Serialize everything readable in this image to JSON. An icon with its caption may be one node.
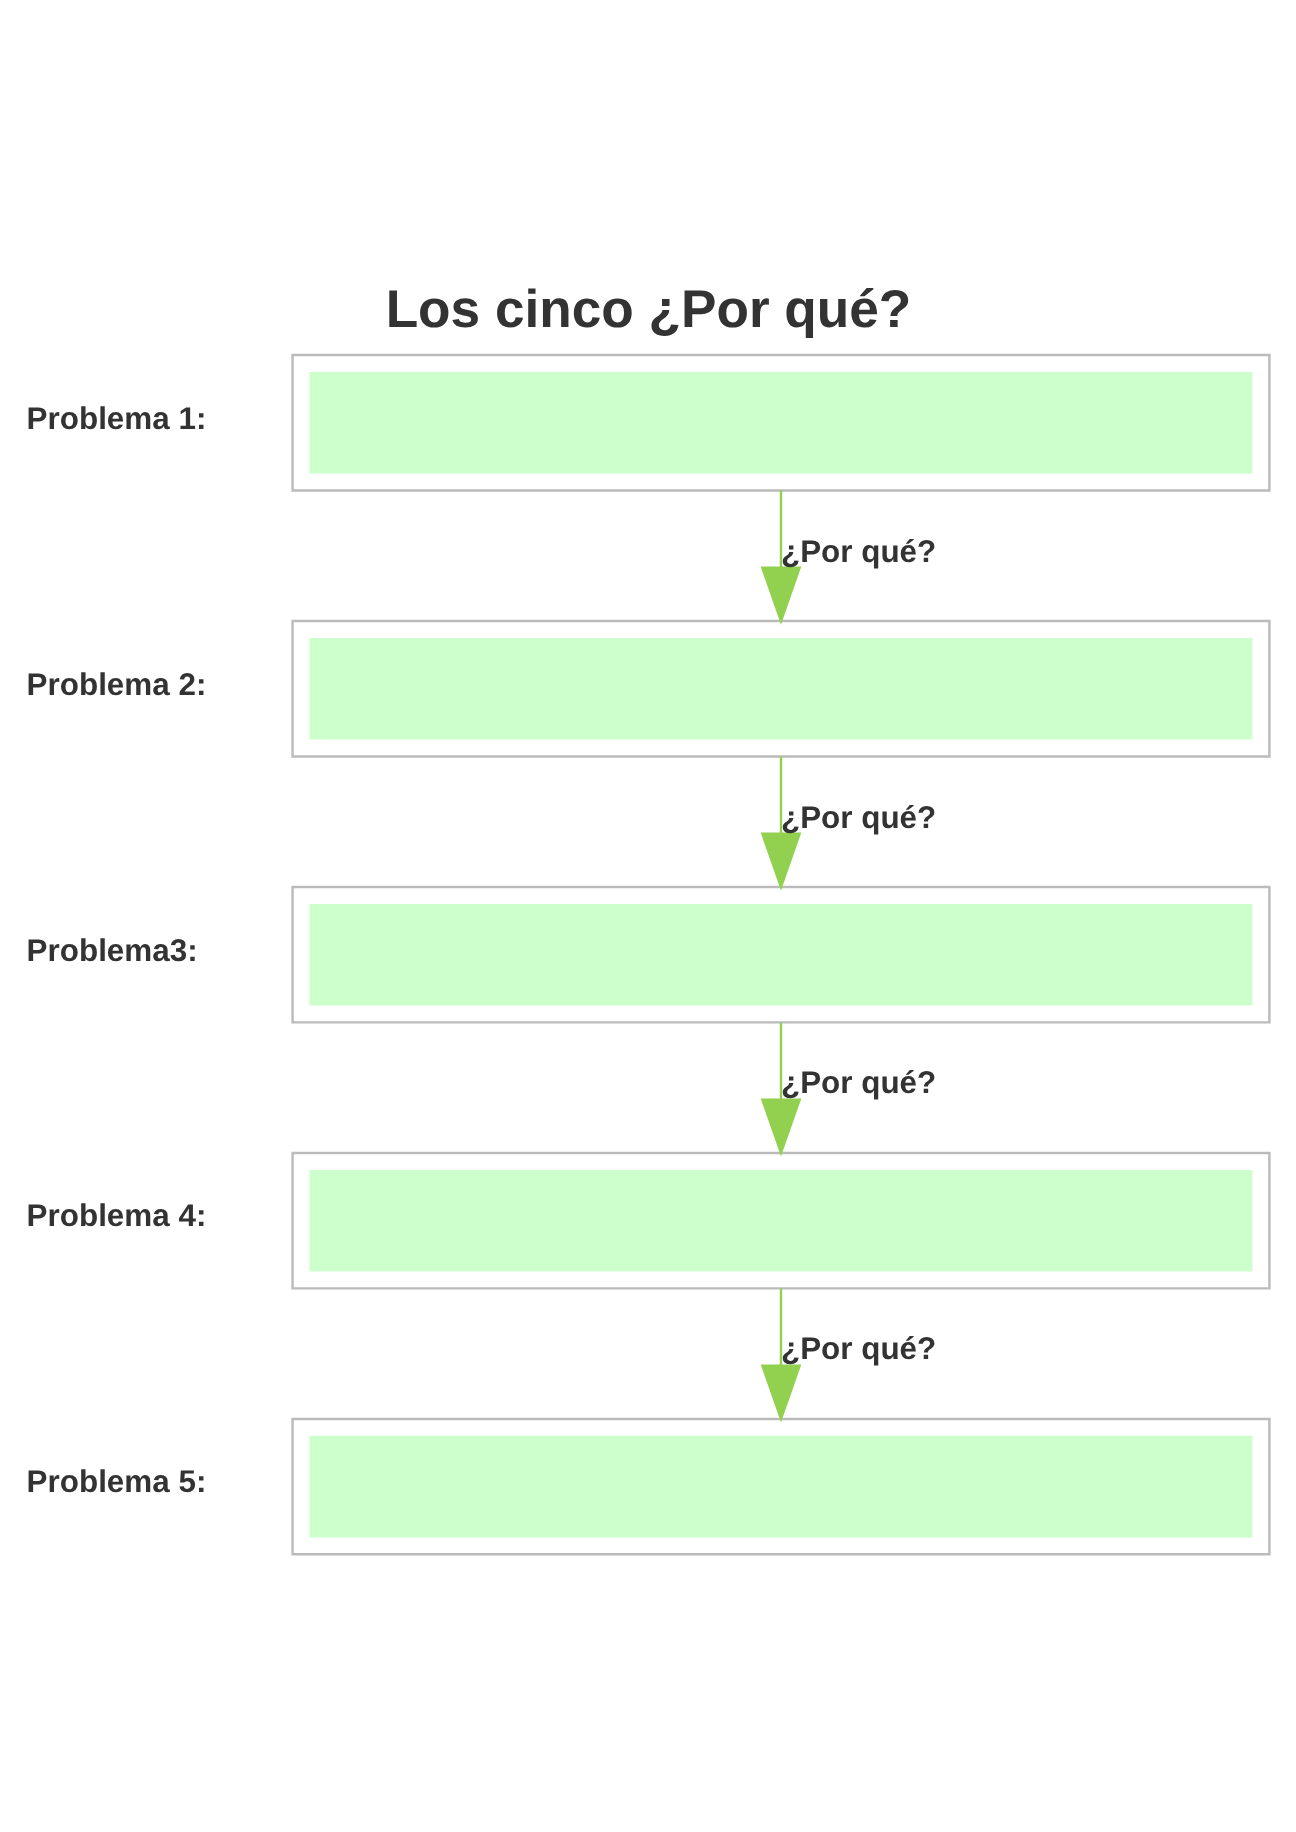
{
  "diagram": {
    "title": "Los cinco ¿Por qué?",
    "nodes": [
      {
        "text": [
          "Problema 1:"
        ]
      },
      {
        "text": [
          "Problema 2:"
        ]
      },
      {
        "text": [
          "Problema3:"
        ]
      },
      {
        "text": [
          "Problema 4:"
        ]
      },
      {
        "text": [
          "Problema 5:"
        ]
      }
    ],
    "edges": [
      {
        "from": 0,
        "to": 1,
        "arrow": "to",
        "label": "¿Por qué?"
      },
      {
        "from": 1,
        "to": 2,
        "arrow": "to",
        "label": "¿Por qué?"
      },
      {
        "from": 2,
        "to": 3,
        "arrow": "to",
        "label": "¿Por qué?"
      },
      {
        "from": 3,
        "to": 4,
        "arrow": "to",
        "label": "¿Por qué?"
      }
    ]
  }
}
